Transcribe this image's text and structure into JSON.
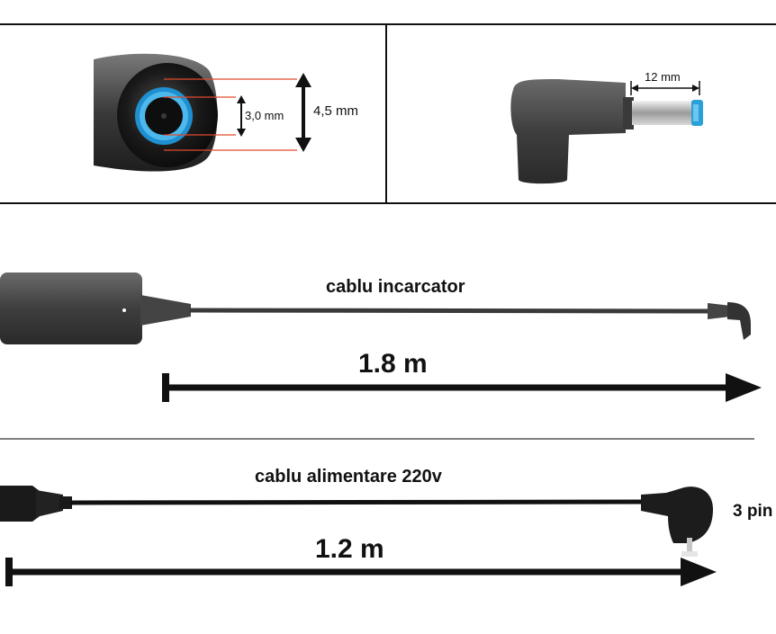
{
  "connector_tip": {
    "inner_diameter": "3,0 mm",
    "outer_diameter": "4,5 mm"
  },
  "connector_side": {
    "pin_length": "12 mm"
  },
  "charger_cable": {
    "label": "cablu incarcator",
    "length": "1.8 m"
  },
  "power_cable": {
    "label": "cablu alimentare 220v",
    "length": "1.2 m",
    "plug": "3 pin"
  },
  "colors": {
    "tip_ring": "#2a9fd8",
    "cable": "#1a1a1a",
    "adapter_body": "#4a4a4a",
    "dimension_line": "#e04a2a"
  }
}
